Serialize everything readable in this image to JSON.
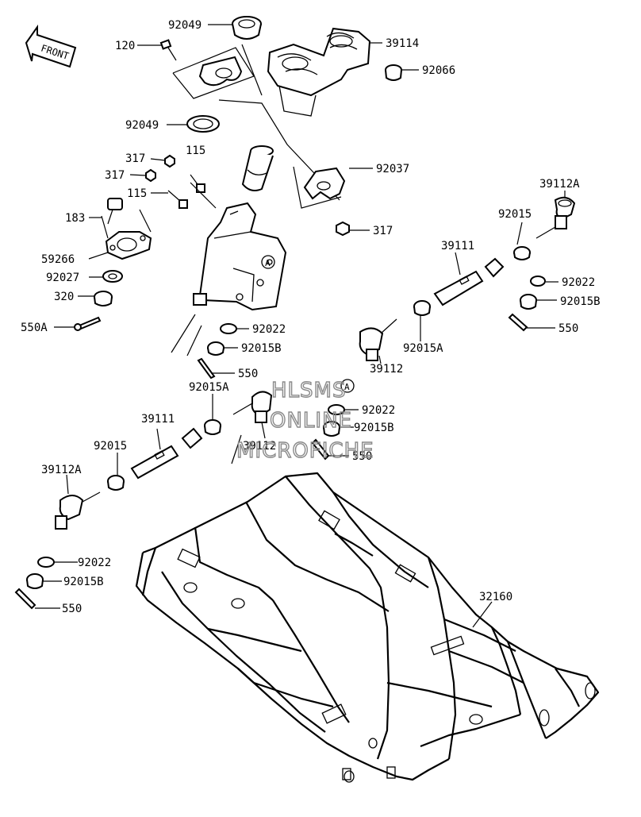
{
  "compass": {
    "label": "FRONT"
  },
  "watermark": {
    "lines": [
      "HLSMS",
      "ONLINE",
      "MICROFICHE"
    ]
  },
  "callouts": {
    "c92049a": "92049",
    "c120": "120",
    "c39114": "39114",
    "c92066": "92066",
    "c92049b": "92049",
    "c317a": "317",
    "c115a": "115",
    "c317b": "317",
    "c92037": "92037",
    "c115b": "115",
    "c183": "183",
    "c317c": "317",
    "c39112a_r": "39112A",
    "c92015_r": "92015",
    "c59266": "59266",
    "c39111_r": "39111",
    "c92027": "92027",
    "c92022_r": "92022",
    "c320": "320",
    "c92015b_r": "92015B",
    "c550a": "550A",
    "c550_r": "550",
    "c92022_m": "92022",
    "c92015b_m": "92015B",
    "c92015a_r": "92015A",
    "c39112_r": "39112",
    "c550_m": "550",
    "c92015a_l": "92015A",
    "c92022_c": "92022",
    "c39111_l": "39111",
    "c92015b_c": "92015B",
    "c39112_l": "39112",
    "c92015_l": "92015",
    "c550_c": "550",
    "c39112a_l": "39112A",
    "c92022_l": "92022",
    "c92015b_l": "92015B",
    "c550_l": "550",
    "c32160": "32160",
    "ref_a1": "A",
    "ref_a2": "A"
  }
}
